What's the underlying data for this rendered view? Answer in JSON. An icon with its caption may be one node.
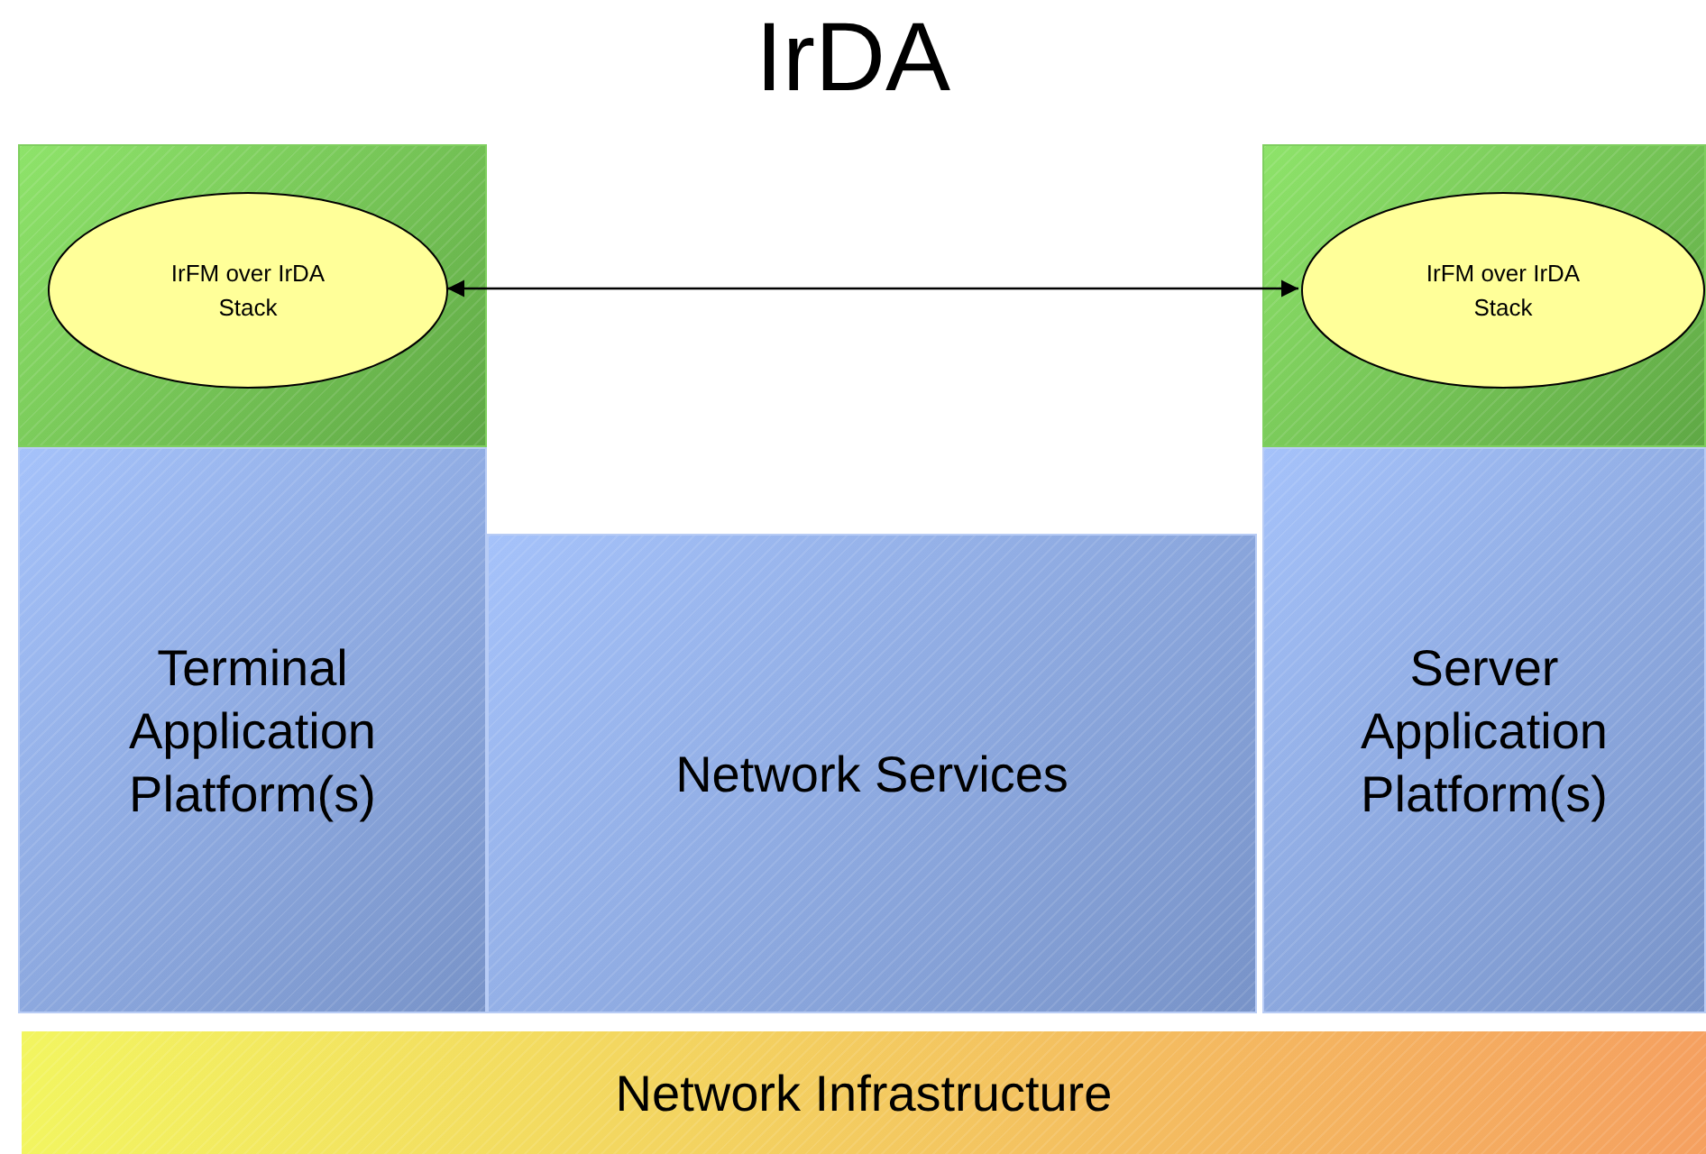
{
  "diagram": {
    "title": "IrDA",
    "nodes": [
      {
        "text": [],
        "shape": "box"
      },
      {
        "text": [
          "IrFM over IrDA Stack"
        ],
        "in": 0
      },
      {
        "text": [],
        "shape": "box"
      },
      {
        "text": [
          "IrFM over IrDA Stack"
        ],
        "in": 2
      },
      {
        "text": [
          "Terminal Application Platform(s)"
        ]
      },
      {
        "text": [
          "Network Services"
        ]
      },
      {
        "text": [
          "Server Application Platform(s)"
        ]
      },
      {
        "text": [
          "Network Infrastructure"
        ]
      }
    ],
    "edges": [
      {
        "from": 1,
        "to": 3,
        "arrow": "both"
      }
    ]
  }
}
